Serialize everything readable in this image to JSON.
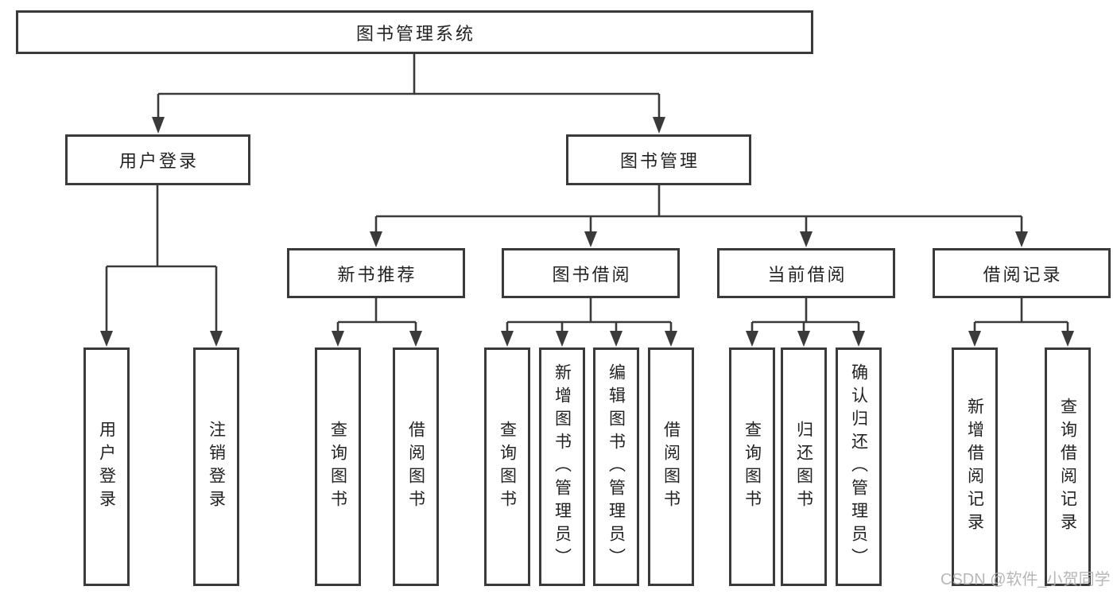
{
  "diagram": {
    "tree": {
      "label": "图书管理系统",
      "children": [
        {
          "label": "用户登录",
          "children": [
            {
              "label": "用户登录"
            },
            {
              "label": "注销登录"
            }
          ]
        },
        {
          "label": "图书管理",
          "children": [
            {
              "label": "新书推荐",
              "children": [
                {
                  "label": "查询图书"
                },
                {
                  "label": "借阅图书"
                }
              ]
            },
            {
              "label": "图书借阅",
              "children": [
                {
                  "label": "查询图书"
                },
                {
                  "label": "新增图书（管理员）"
                },
                {
                  "label": "编辑图书（管理员）"
                },
                {
                  "label": "借阅图书"
                }
              ]
            },
            {
              "label": "当前借阅",
              "children": [
                {
                  "label": "查询图书"
                },
                {
                  "label": "归还图书"
                },
                {
                  "label": "确认归还（管理员）"
                }
              ]
            },
            {
              "label": "借阅记录",
              "children": [
                {
                  "label": "新增借阅记录"
                },
                {
                  "label": "查询借阅记录"
                }
              ]
            }
          ]
        }
      ]
    },
    "watermark": "CSDN @软件_小贺同学",
    "colors": {
      "line": "#3a3a3a",
      "box_border": "#3a3a3a",
      "text": "#222222",
      "background": "#ffffff",
      "watermark": "#b0b0b0"
    }
  }
}
